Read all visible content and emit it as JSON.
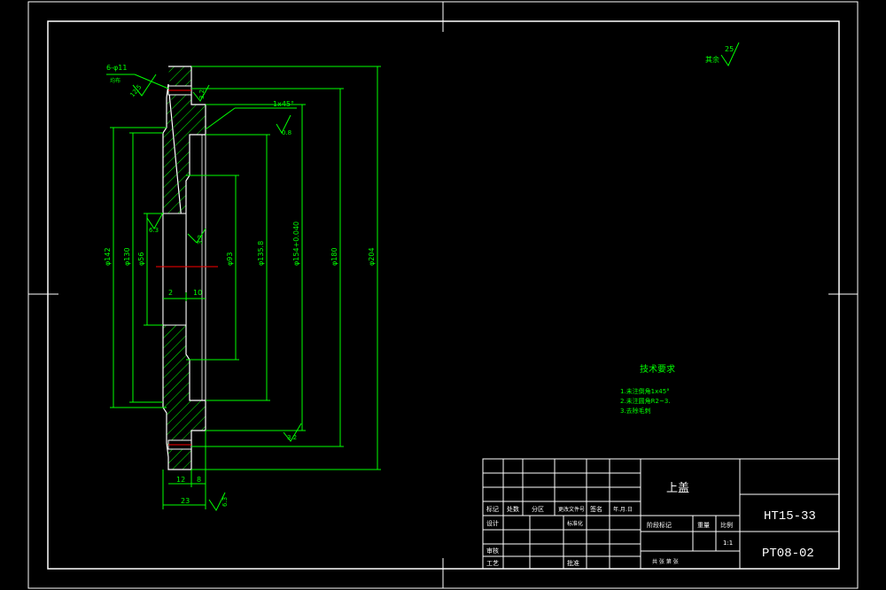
{
  "drawing": {
    "colors": {
      "background": "#000000",
      "frame": "#ffffff",
      "part": "#ffffff",
      "dimension": "#00ff00",
      "centerline": "#ff0000",
      "hatch": "#00ff00"
    },
    "part_view": {
      "hole_callout": "6-φ11",
      "hole_note": "均布",
      "dims": {
        "d_outer": "φ204",
        "d_bolt": "φ180",
        "d_spigot": "φ154+0.040",
        "d_bore": "φ135.8",
        "d_inner": "φ93",
        "d_hub1": "φ142",
        "d_hub2": "φ130",
        "d_hub3": "φ56",
        "l_2": "2",
        "l_10": "10",
        "l_12": "12",
        "l_8": "8",
        "l_23": "23"
      },
      "chamfer": "1x45°",
      "roughness": {
        "r125": "12.5",
        "r32a": "3.2",
        "r08": "0.8",
        "r63": "6.3",
        "r32b": "3.2",
        "r32c": "3.2",
        "r63b": "6.3"
      }
    },
    "general_roughness": {
      "label": "其余",
      "value": "25"
    },
    "tech_requirements": {
      "title": "技术要求",
      "items": [
        "1.未注倒角1x45°",
        "2.未注圆角R2~3.",
        "3.去除毛刺"
      ]
    },
    "title_block": {
      "part_name": "上盖",
      "material": "HT15-33",
      "drawing_number": "PT08-02",
      "scale": "1:1",
      "row_labels": [
        "标记",
        "处数",
        "分区",
        "更改文件号",
        "签名",
        "年.月.日"
      ],
      "design": "设计",
      "standardize": "标准化",
      "stage_mark": "阶段标记",
      "weight": "重量",
      "ratio": "比例",
      "review": "审核",
      "process": "工艺",
      "approve": "批准",
      "sheet": "共  张  第  张"
    }
  }
}
